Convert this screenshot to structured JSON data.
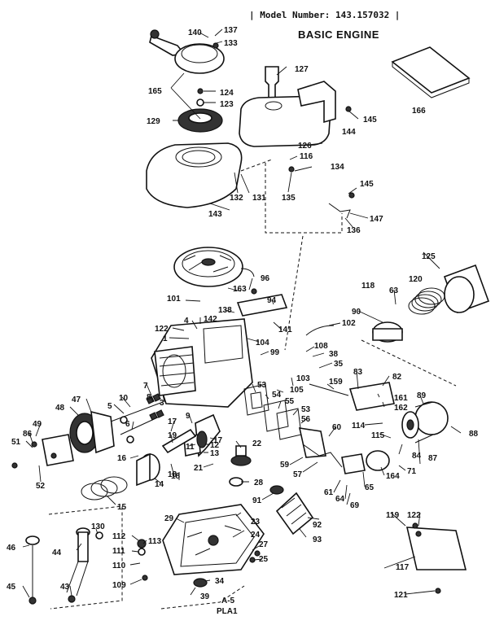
{
  "header": {
    "model_text": "| Model Number: 143.157032 |",
    "title": "BASIC ENGINE"
  },
  "footer": {
    "code": "A-5",
    "plate": "PLA1"
  },
  "labels": [
    "140",
    "137",
    "133",
    "127",
    "165",
    "124",
    "123",
    "129",
    "145",
    "166",
    "126",
    "144",
    "116",
    "134",
    "132",
    "131",
    "135",
    "143",
    "145",
    "147",
    "136",
    "125",
    "96",
    "118",
    "63",
    "120",
    "101",
    "163",
    "94",
    "90",
    "4",
    "142",
    "138",
    "122",
    "141",
    "102",
    "1",
    "104",
    "99",
    "108",
    "38",
    "35",
    "103",
    "105",
    "159",
    "83",
    "82",
    "161",
    "162",
    "53",
    "54",
    "55",
    "89",
    "7",
    "8",
    "3",
    "10",
    "49",
    "48",
    "47",
    "5",
    "6",
    "9",
    "86",
    "53",
    "56",
    "60",
    "114",
    "115",
    "87",
    "84",
    "88",
    "11",
    "17",
    "19",
    "18",
    "13",
    "12",
    "17",
    "22",
    "59",
    "57",
    "51",
    "16",
    "21",
    "18",
    "14",
    "52",
    "15",
    "61",
    "64",
    "65",
    "164",
    "71",
    "69",
    "23",
    "28",
    "91",
    "93",
    "92",
    "119",
    "122",
    "113",
    "112",
    "111",
    "110",
    "109",
    "24",
    "27",
    "25",
    "130",
    "44",
    "46",
    "43",
    "45",
    "34",
    "39",
    "117",
    "121",
    "29"
  ]
}
